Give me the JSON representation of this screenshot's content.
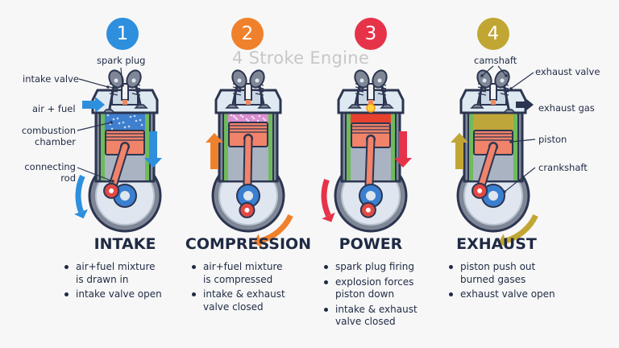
{
  "title": "4 Stroke Engine",
  "colors": {
    "intake": "#2d8fdd",
    "compression": "#f0812c",
    "power": "#e6334a",
    "exhaust": "#c1a634",
    "text": "#1f2a44"
  },
  "labels": {
    "spark_plug": "spark plug",
    "intake_valve": "intake valve",
    "air_fuel": "air + fuel",
    "combustion_chamber": "combustion\nchamber",
    "connecting_rod": "connecting\nrod",
    "camshaft": "camshaft",
    "exhaust_valve": "exhaust valve",
    "exhaust_gas": "exhaust gas",
    "piston": "piston",
    "crankshaft": "crankshaft"
  },
  "strokes": [
    {
      "number": "1",
      "name": "INTAKE",
      "bullets": [
        "air+fuel mixture\nis drawn in",
        "intake valve open"
      ]
    },
    {
      "number": "2",
      "name": "COMPRESSION",
      "bullets": [
        "air+fuel mixture\nis compressed",
        "intake & exhaust\nvalve closed"
      ]
    },
    {
      "number": "3",
      "name": "POWER",
      "bullets": [
        "spark plug firing",
        "explosion forces\npiston down",
        "intake & exhaust\nvalve closed"
      ]
    },
    {
      "number": "4",
      "name": "EXHAUST",
      "bullets": [
        "piston push out\nburned gases",
        "exhaust valve open"
      ]
    }
  ]
}
